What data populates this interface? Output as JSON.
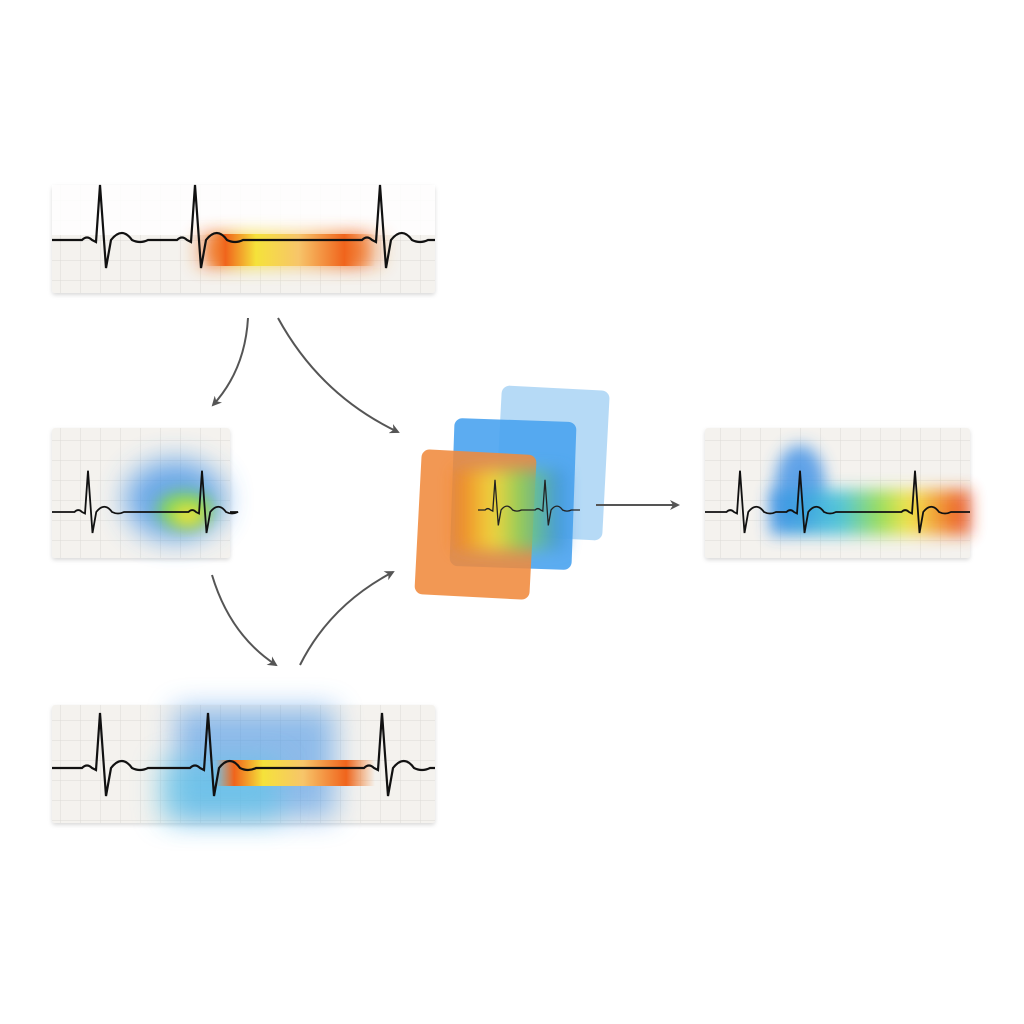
{
  "diagram": {
    "nodes": [
      {
        "id": "input-ecg-strip",
        "icon": "ecg-waveform-icon"
      },
      {
        "id": "local-attention-panel",
        "icon": "ecg-heatmap-icon"
      },
      {
        "id": "global-attention-strip",
        "icon": "ecg-heatmap-icon"
      },
      {
        "id": "fusion-layers",
        "icon": "stacked-layers-icon"
      },
      {
        "id": "output-ecg-panel",
        "icon": "ecg-heatmap-icon"
      }
    ],
    "edges": [
      [
        "input-ecg-strip",
        "local-attention-panel"
      ],
      [
        "input-ecg-strip",
        "fusion-layers"
      ],
      [
        "local-attention-panel",
        "global-attention-strip"
      ],
      [
        "global-attention-strip",
        "fusion-layers"
      ],
      [
        "fusion-layers",
        "output-ecg-panel"
      ]
    ]
  },
  "colors": {
    "panel_bg": "#f4f2ee",
    "grid": "#dcdad6",
    "waveform": "#111111",
    "arrow": "#555555",
    "heat_blue": "#3a8ee6",
    "heat_green": "#7fd65a",
    "heat_yellow": "#f5e23a",
    "heat_orange": "#f07a1e",
    "heat_red": "#e8401c",
    "layer_orange": "#f08a3c",
    "layer_blue": "#4aa3ef",
    "layer_lightblue": "#a9d3f5"
  }
}
